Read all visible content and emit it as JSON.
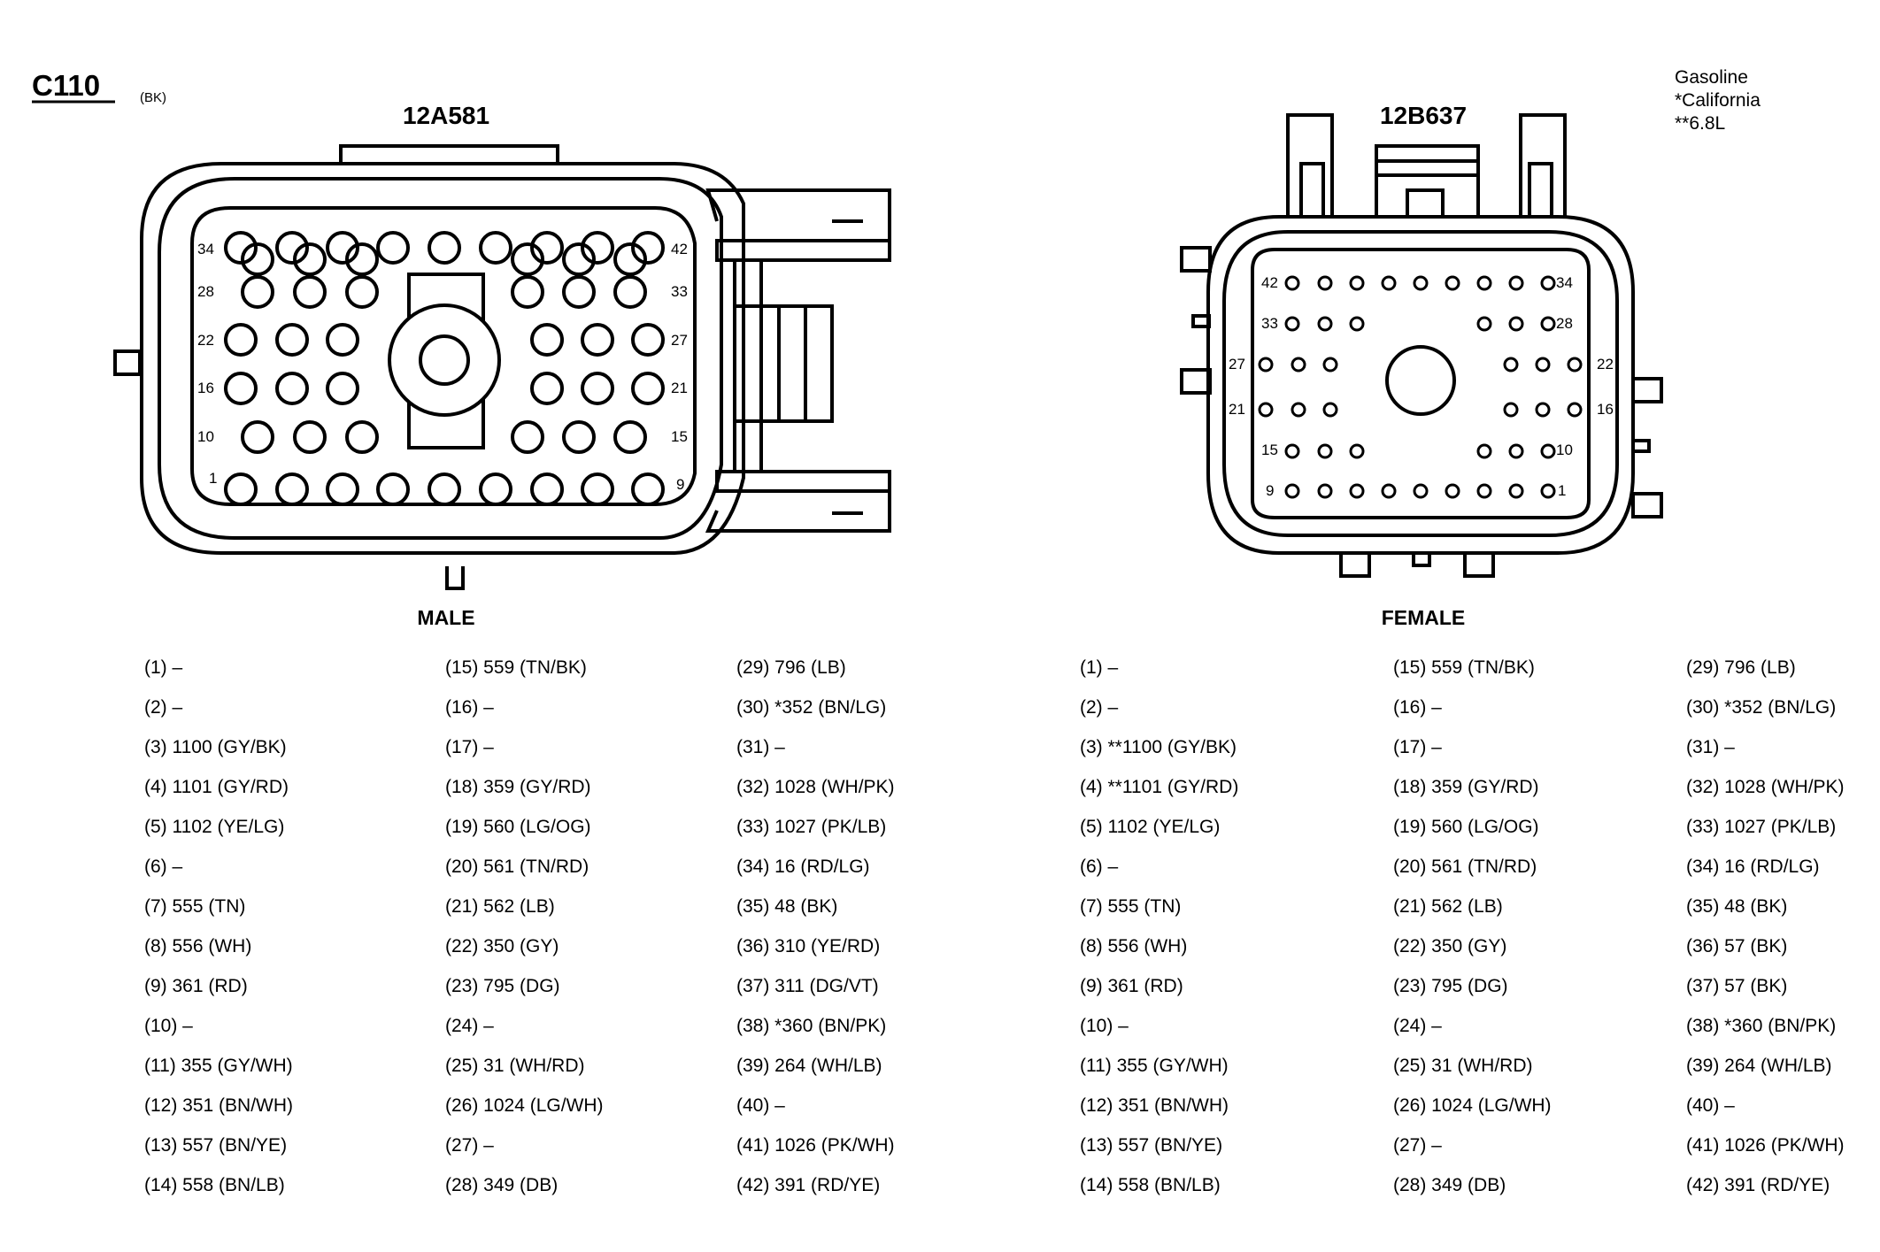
{
  "connector": {
    "id": "C110",
    "color_code": "(BK)"
  },
  "notes": [
    "Gasoline",
    "*California",
    "**6.8L"
  ],
  "male": {
    "part_number": "12A581",
    "label": "MALE",
    "pin_labels": [
      "34",
      "42",
      "28",
      "33",
      "22",
      "27",
      "16",
      "21",
      "10",
      "15",
      "1",
      "9"
    ],
    "pins": [
      "(1)  –",
      "(2)  –",
      "(3)  1100 (GY/BK)",
      "(4)  1101 (GY/RD)",
      "(5)  1102 (YE/LG)",
      "(6)  –",
      "(7)  555 (TN)",
      "(8)  556 (WH)",
      "(9) 361 (RD)",
      "(10) –",
      "(11) 355 (GY/WH)",
      "(12) 351 (BN/WH)",
      "(13) 557 (BN/YE)",
      "(14) 558 (BN/LB)",
      "(15)  559 (TN/BK)",
      "(16)  –",
      "(17)  –",
      "(18)  359 (GY/RD)",
      "(19)  560 (LG/OG)",
      "(20)  561 (TN/RD)",
      "(21)  562 (LB)",
      "(22)  350 (GY)",
      "(23)  795 (DG)",
      "(24)  –",
      "(25) 31 (WH/RD)",
      "(26) 1024 (LG/WH)",
      "(27)  –",
      "(28) 349 (DB)",
      "(29)  796 (LB)",
      "(30)  *352 (BN/LG)",
      "(31)  –",
      "(32)  1028 (WH/PK)",
      "(33)  1027 (PK/LB)",
      "(34)  16 (RD/LG)",
      "(35)  48 (BK)",
      "(36)  310 (YE/RD)",
      "(37)  311 (DG/VT)",
      "(38)  *360 (BN/PK)",
      "(39)  264 (WH/LB)",
      "(40)  –",
      "(41)  1026 (PK/WH)",
      "(42)  391 (RD/YE)"
    ]
  },
  "female": {
    "part_number": "12B637",
    "label": "FEMALE",
    "pin_labels": [
      "42",
      "34",
      "33",
      "28",
      "27",
      "22",
      "21",
      "16",
      "15",
      "10",
      "9",
      "1"
    ],
    "pins": [
      "(1)  –",
      "(2)  –",
      "(3)  **1100 (GY/BK)",
      "(4)  **1101 (GY/RD)",
      "(5)  1102 (YE/LG)",
      "(6)  –",
      "(7)  555 (TN)",
      "(8)  556 (WH)",
      "(9) 361 (RD)",
      "(10) –",
      "(11) 355 (GY/WH)",
      "(12) 351 (BN/WH)",
      "(13) 557 (BN/YE)",
      "(14) 558 (BN/LB)",
      "(15)  559 (TN/BK)",
      "(16)  –",
      "(17)  –",
      "(18)  359 (GY/RD)",
      "(19)  560 (LG/OG)",
      "(20)  561 (TN/RD)",
      "(21)  562 (LB)",
      "(22)  350 (GY)",
      "(23)  795 (DG)",
      "(24)  –",
      "(25) 31 (WH/RD)",
      "(26) 1024 (LG/WH)",
      "(27)  –",
      "(28) 349 (DB)",
      "(29)  796 (LB)",
      "(30)  *352 (BN/LG)",
      "(31)  –",
      "(32)  1028 (WH/PK)",
      "(33)  1027 (PK/LB)",
      "(34)  16 (RD/LG)",
      "(35)  48 (BK)",
      "(36)  57 (BK)",
      "(37)  57 (BK)",
      "(38)  *360 (BN/PK)",
      "(39)  264 (WH/LB)",
      "(40)  –",
      "(41)  1026 (PK/WH)",
      "(42)  391 (RD/YE)"
    ]
  }
}
